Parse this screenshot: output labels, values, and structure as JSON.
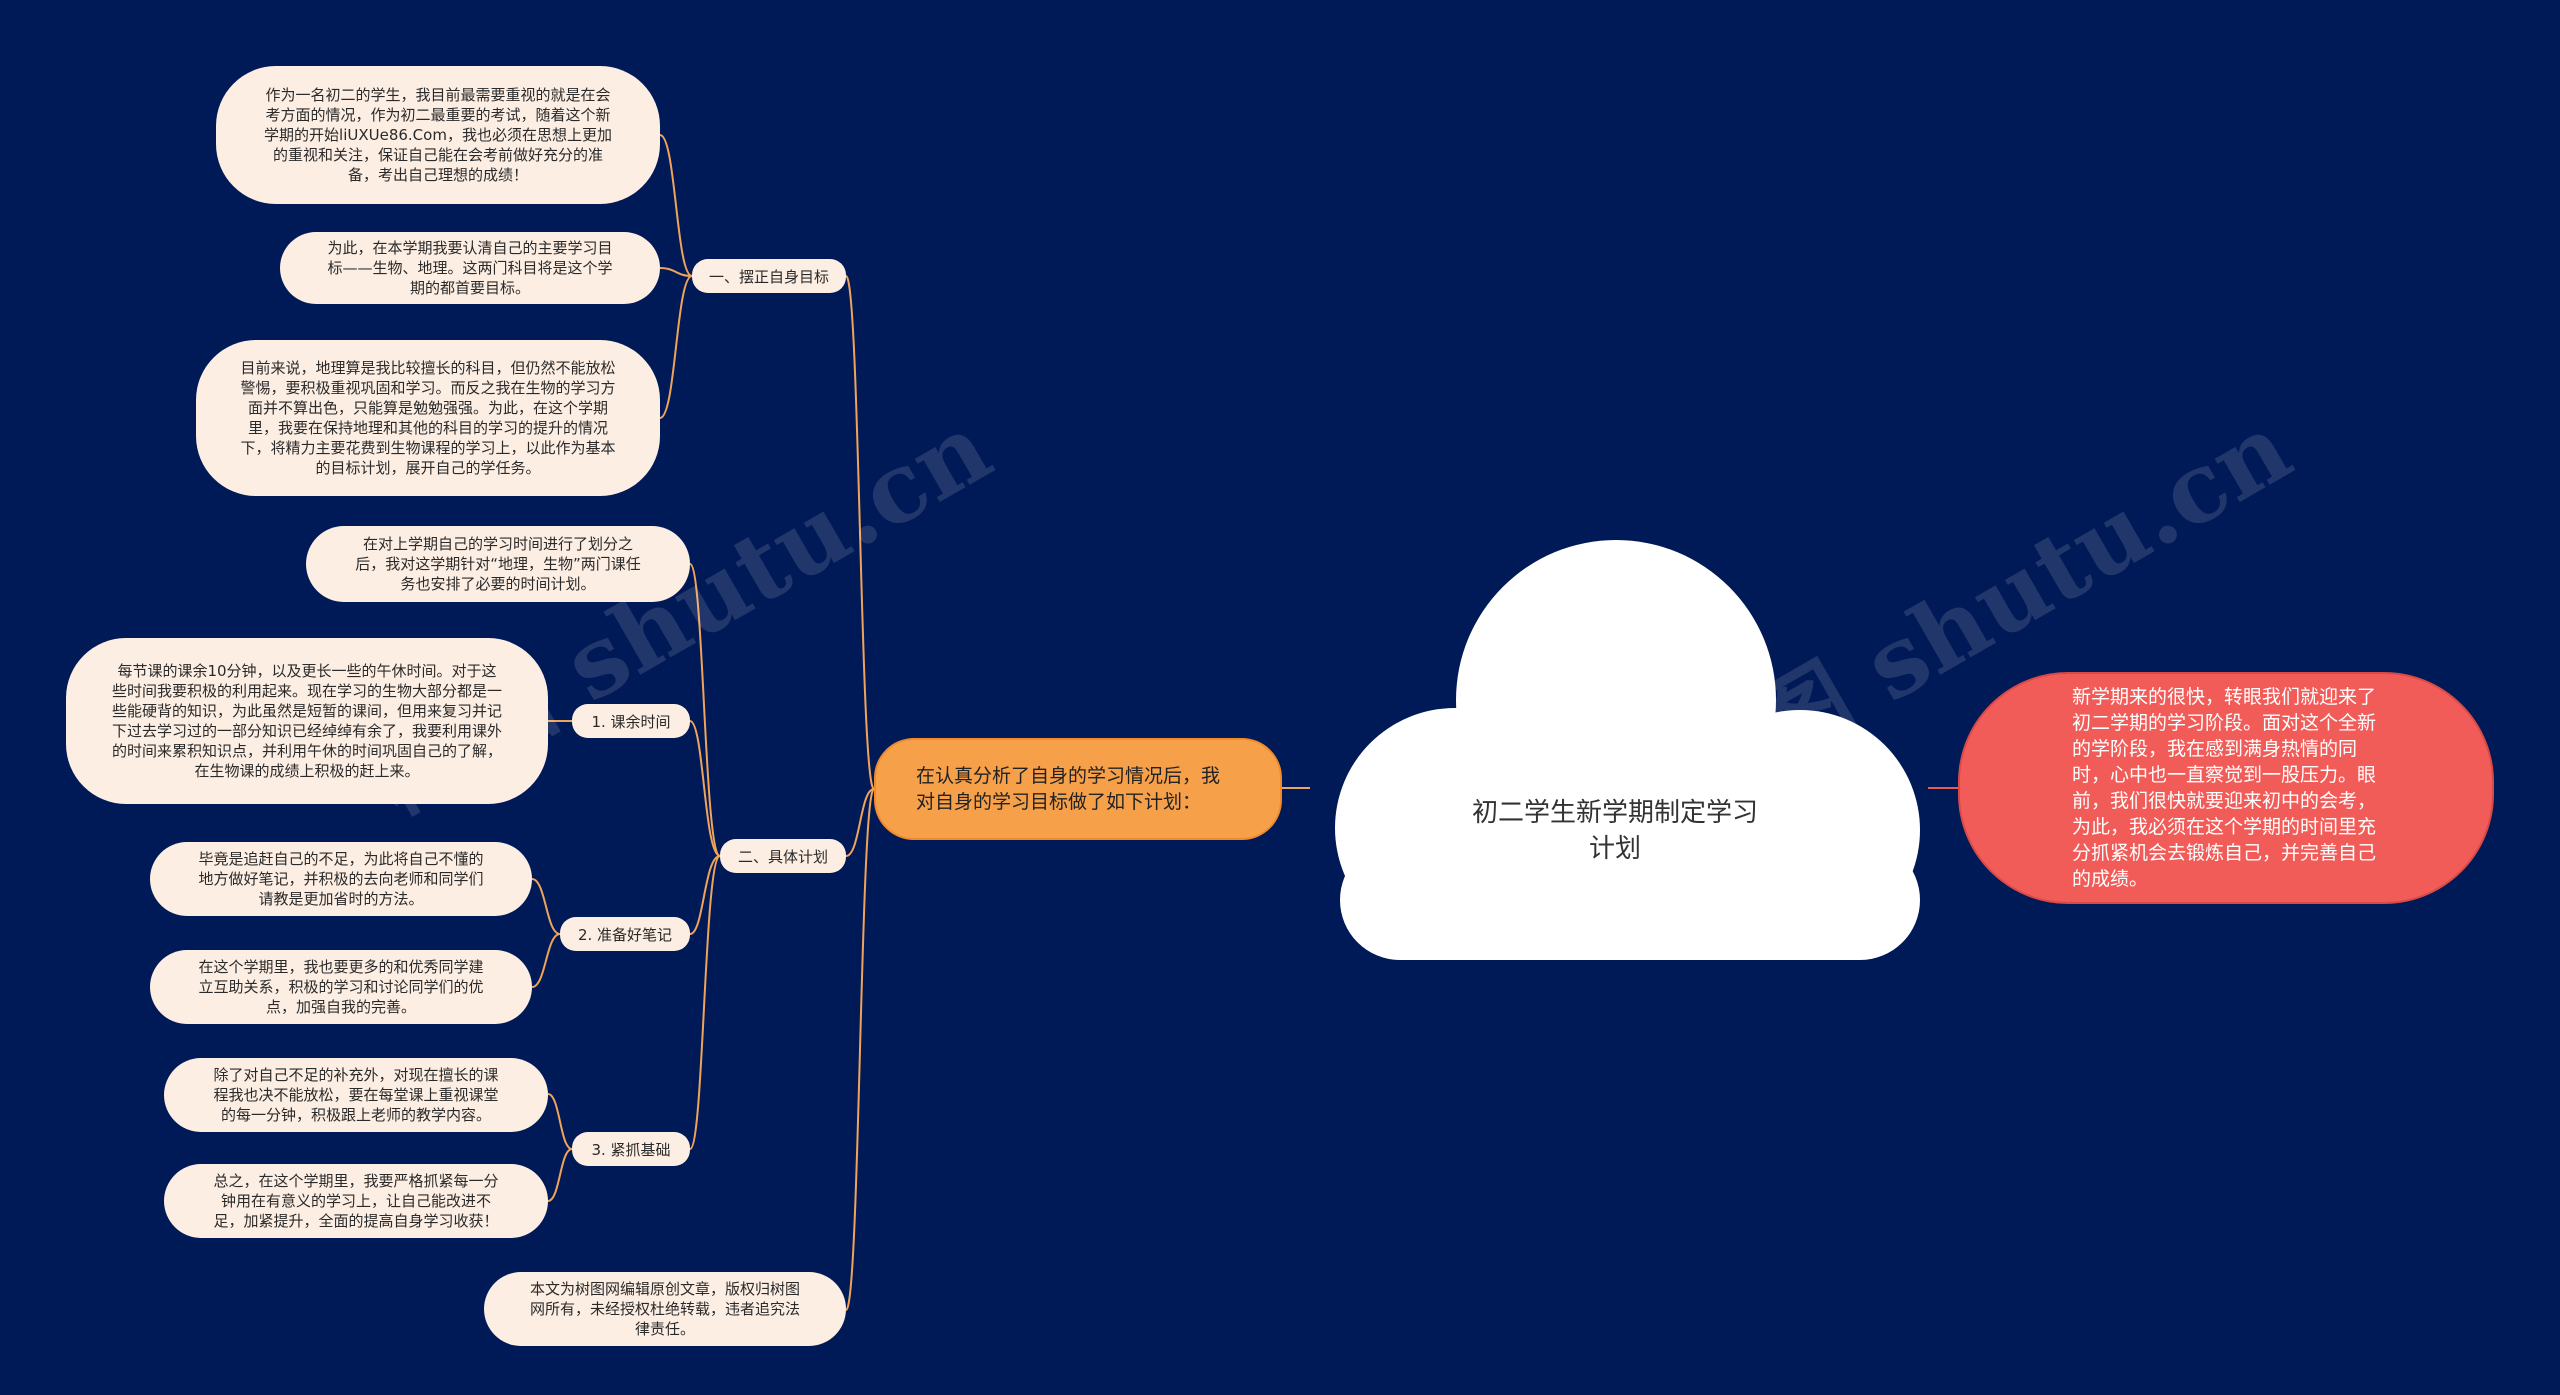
{
  "root": {
    "title": "初二学生新学期制定学习计划",
    "intro": "新学期来的很快，转眼我们就迎来了初二学期的学习阶段。面对这个全新的学阶段，我在感到满身热情的同时，心中也一直察觉到一股压力。眼前，我们很快就要迎来初中的会考，为此，我必须在这个学期的时间里充分抓紧机会去锻炼自己，并完善自己的成绩。"
  },
  "main": {
    "label": "在认真分析了自身的学习情况后，我对自身的学习目标做了如下计划："
  },
  "branches": {
    "b1": {
      "label": "一、摆正自身目标",
      "leaves": [
        "作为一名初二的学生，我目前最需要重视的就是在会考方面的情况，作为初二最重要的考试，随着这个新学期的开始liUXUe86.Com，我也必须在思想上更加的重视和关注，保证自己能在会考前做好充分的准备，考出自己理想的成绩！",
        "为此，在本学期我要认清自己的主要学习目标——生物、地理。这两门科目将是这个学期的都首要目标。",
        "目前来说，地理算是我比较擅长的科目，但仍然不能放松警惕，要积极重视巩固和学习。而反之我在生物的学习方面并不算出色，只能算是勉勉强强。为此，在这个学期里，我要在保持地理和其他的科目的学习的提升的情况下，将精力主要花费到生物课程的学习上，以此作为基本的目标计划，展开自己的学任务。"
      ]
    },
    "b2": {
      "label": "二、具体计划",
      "direct_leaf": "在对上学期自己的学习时间进行了划分之后，我对这学期针对“地理，生物”两门课任务也安排了必要的时间计划。",
      "subs": [
        {
          "label": "1. 课余时间",
          "leaves": [
            "每节课的课余10分钟，以及更长一些的午休时间。对于这些时间我要积极的利用起来。现在学习的生物大部分都是一些能硬背的知识，为此虽然是短暂的课间，但用来复习并记下过去学习过的一部分知识已经绰绰有余了，我要利用课外的时间来累积知识点，并利用午休的时间巩固自己的了解，在生物课的成绩上积极的赶上来。"
          ]
        },
        {
          "label": "2. 准备好笔记",
          "leaves": [
            "毕竟是追赶自己的不足，为此将自己不懂的地方做好笔记，并积极的去向老师和同学们请教是更加省时的方法。",
            "在这个学期里，我也要更多的和优秀同学建立互助关系，积极的学习和讨论同学们的优点，加强自我的完善。"
          ]
        },
        {
          "label": "3. 紧抓基础",
          "leaves": [
            "除了对自己不足的补充外，对现在擅长的课程我也决不能放松，要在每堂课上重视课堂的每一分钟，积极跟上老师的教学内容。",
            "总之，在这个学期里，我要严格抓紧每一分钟用在有意义的学习上，让自己能改进不足，加紧提升，全面的提高自身学习收获！"
          ]
        }
      ]
    },
    "footer": "本文为树图网编辑原创文章，版权归树图网所有，未经授权杜绝转载，违者追究法律责任。"
  },
  "watermarks": [
    "树图 shutu.cn",
    "树图 shutu.cn"
  ],
  "colors": {
    "background": "#001a57",
    "leaf": "#fdeee3",
    "link": "#f0a35a",
    "main_node": "#f6a04a",
    "intro_node": "#f25c58",
    "cloud": "#ffffff"
  }
}
